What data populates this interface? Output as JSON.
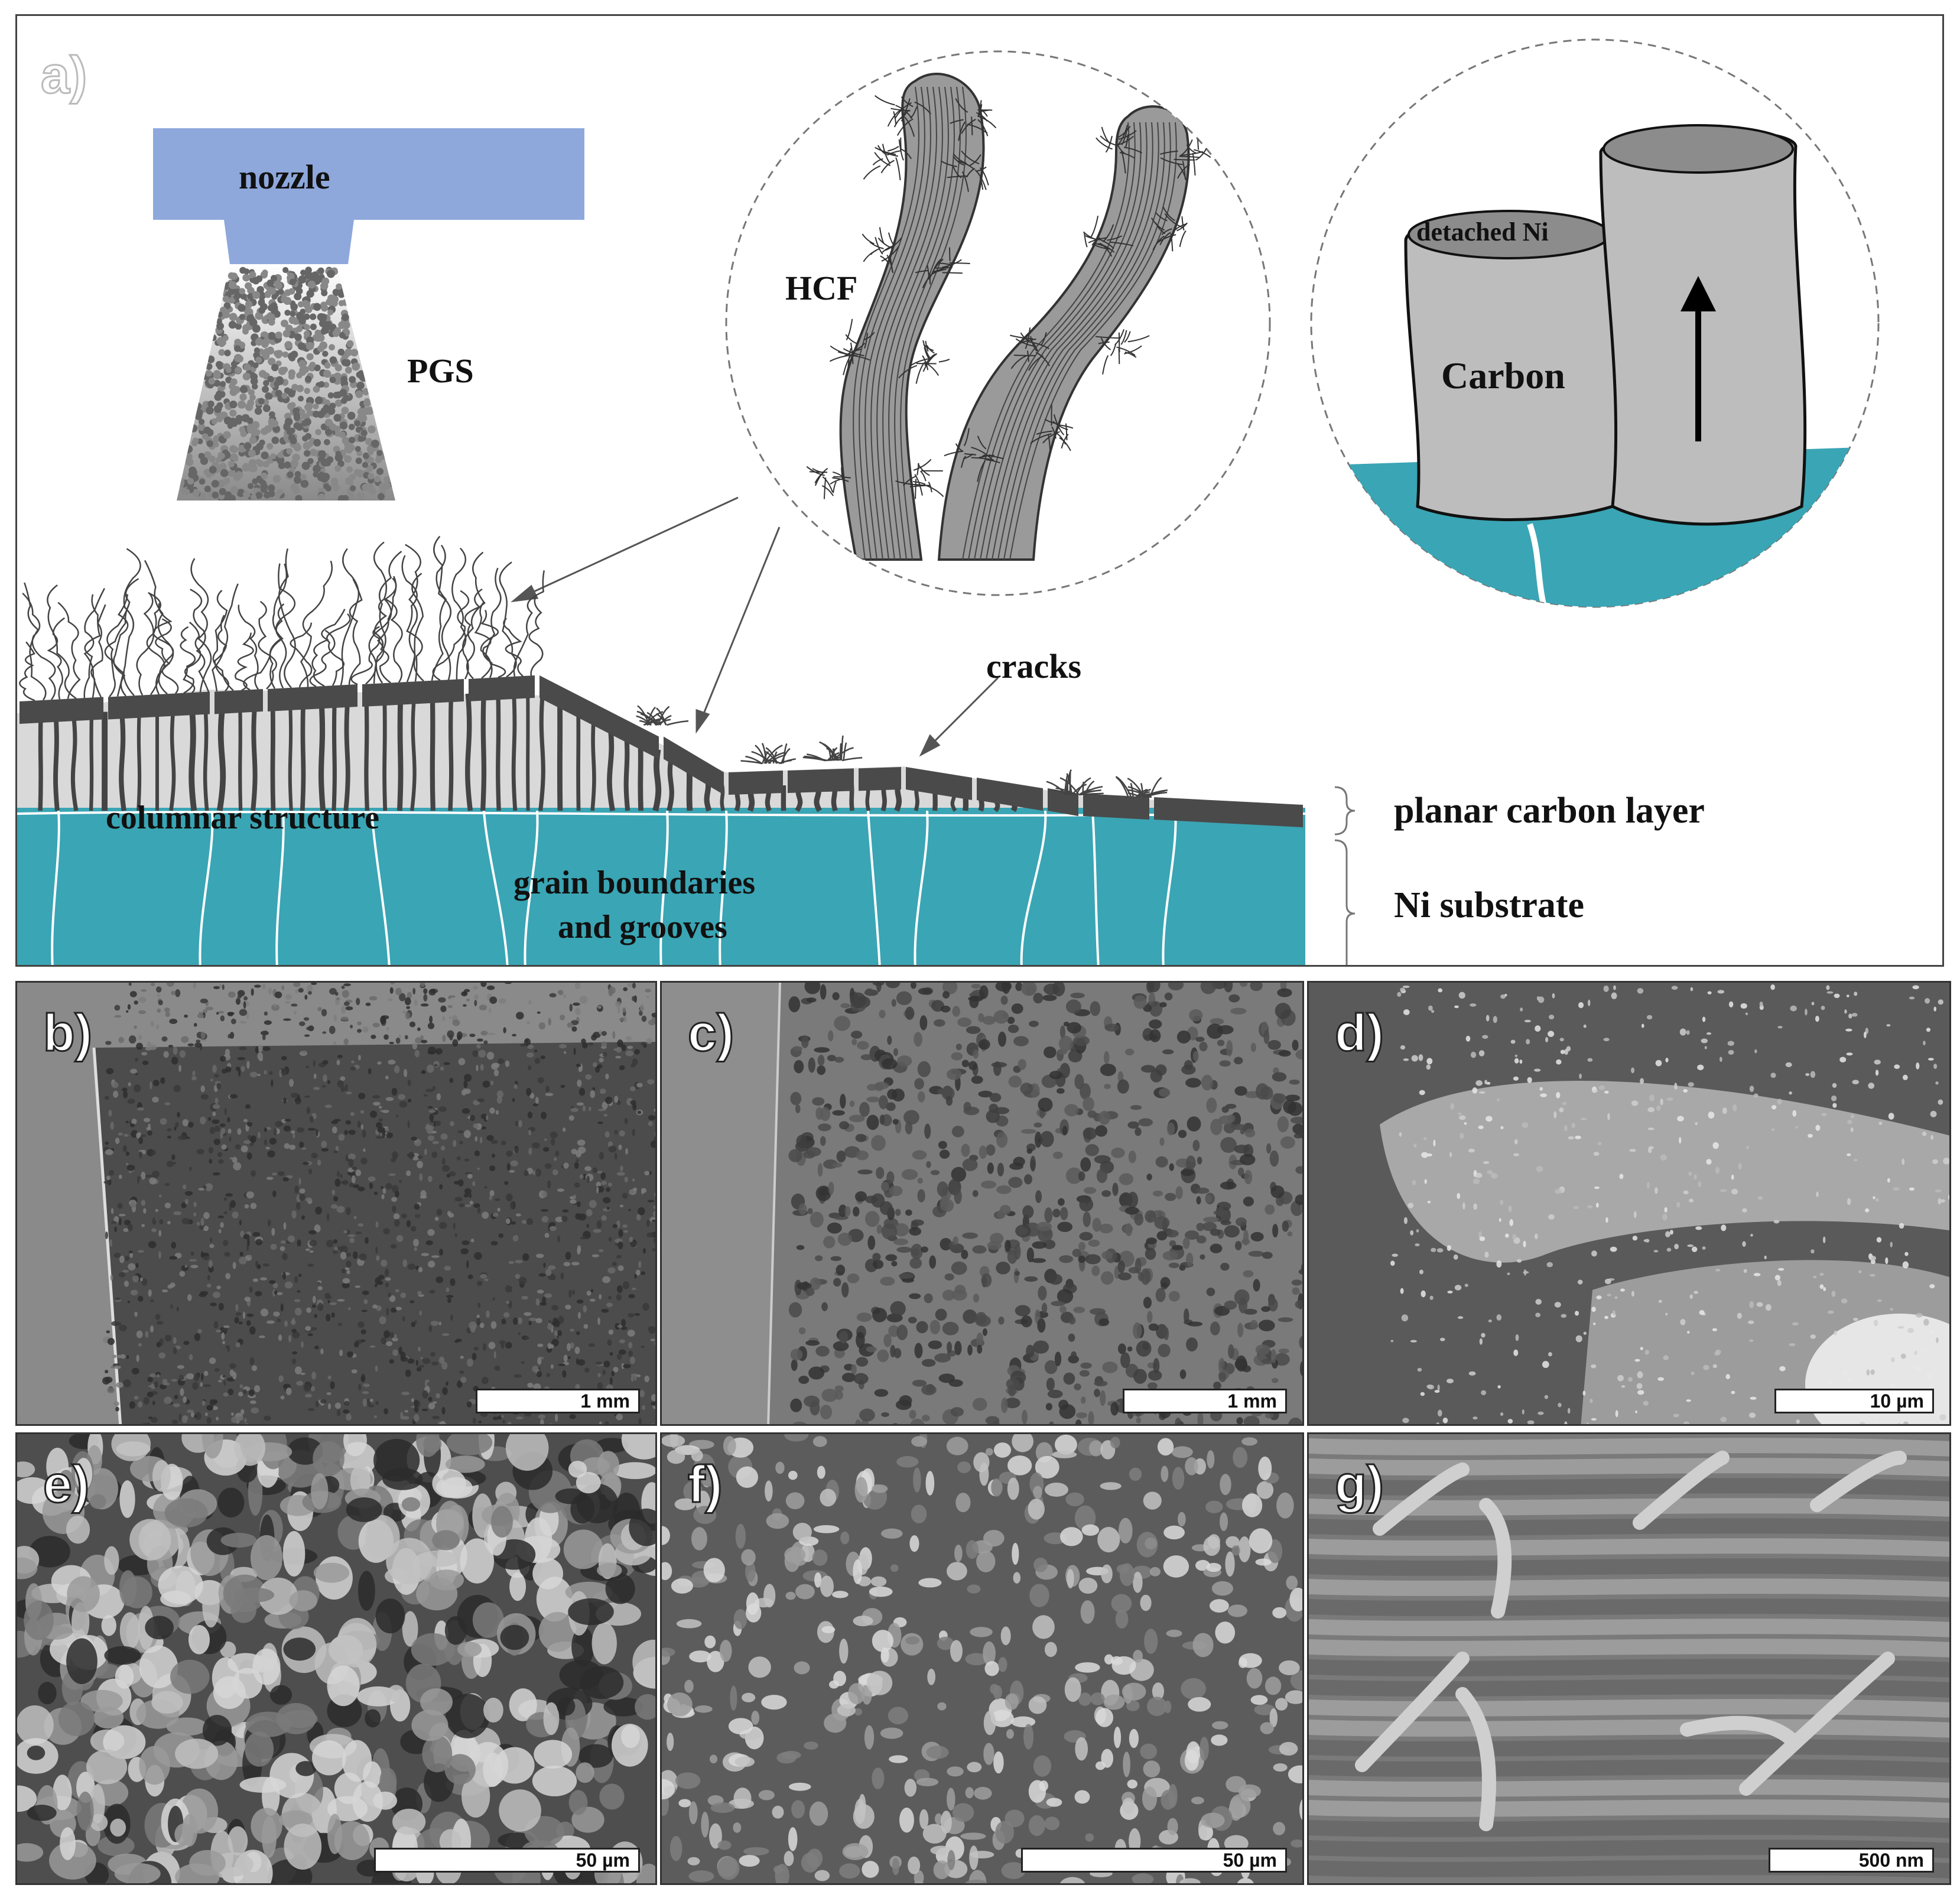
{
  "panel_a": {
    "label": "a)",
    "nozzle": "nozzle",
    "pgs": "PGS",
    "hcf": "HCF",
    "detached_ni": "detached Ni",
    "carbon": "Carbon",
    "cracks": "cracks",
    "columnar": "columnar structure",
    "grain_line1": "grain boundaries",
    "grain_line2": "and grooves",
    "planar": "planar carbon layer",
    "substrate": "Ni substrate"
  },
  "sem_panels": [
    {
      "label": "b)",
      "scale": "1 mm"
    },
    {
      "label": "c)",
      "scale": "1 mm"
    },
    {
      "label": "d)",
      "scale": "10 µm"
    },
    {
      "label": "e)",
      "scale": "50 µm"
    },
    {
      "label": "f)",
      "scale": "50 µm"
    },
    {
      "label": "g)",
      "scale": "500 nm"
    }
  ],
  "colors": {
    "nozzle": "#8ea8dc",
    "substrate": "#3aa5b4",
    "carbon_gray": "#bdbdbd",
    "layer_dark": "#4a4a4a"
  }
}
